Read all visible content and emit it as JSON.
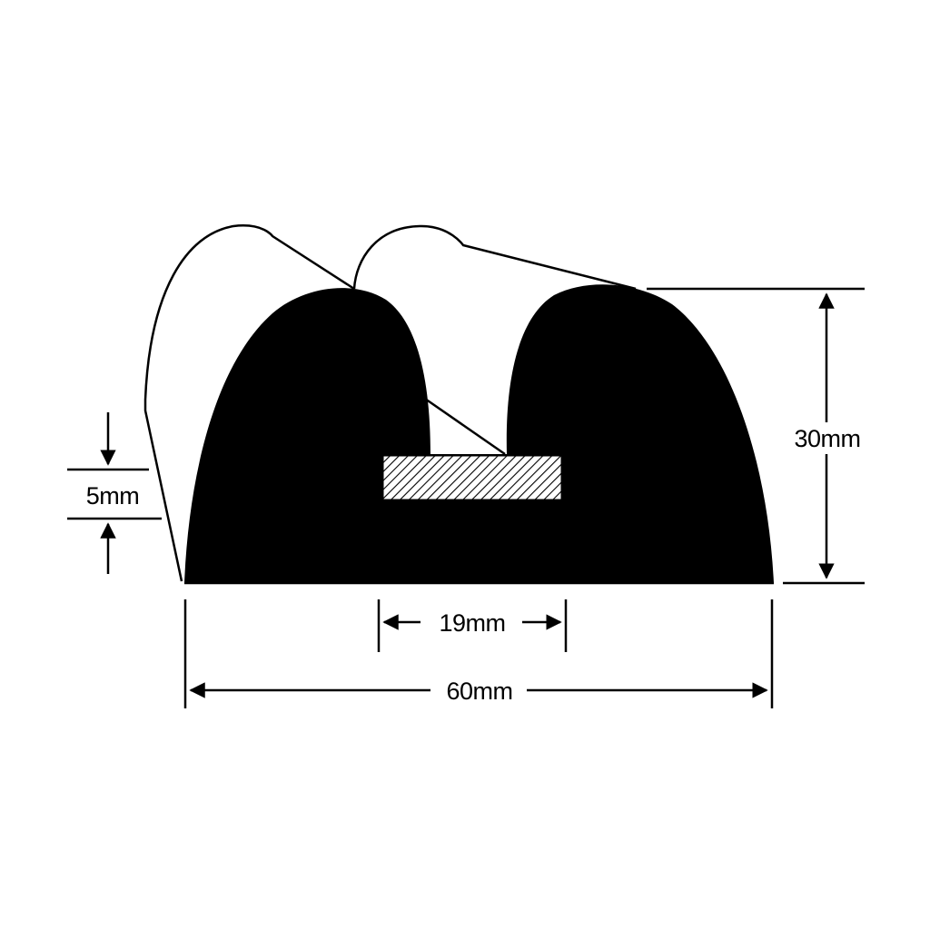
{
  "diagram": {
    "labels": {
      "total_width": "60mm",
      "slot_width": "19mm",
      "height": "30mm",
      "slot_height": "5mm"
    },
    "colors": {
      "profile_fill": "#000000",
      "line": "#000000",
      "background": "#ffffff",
      "hatch": "#000000"
    }
  }
}
